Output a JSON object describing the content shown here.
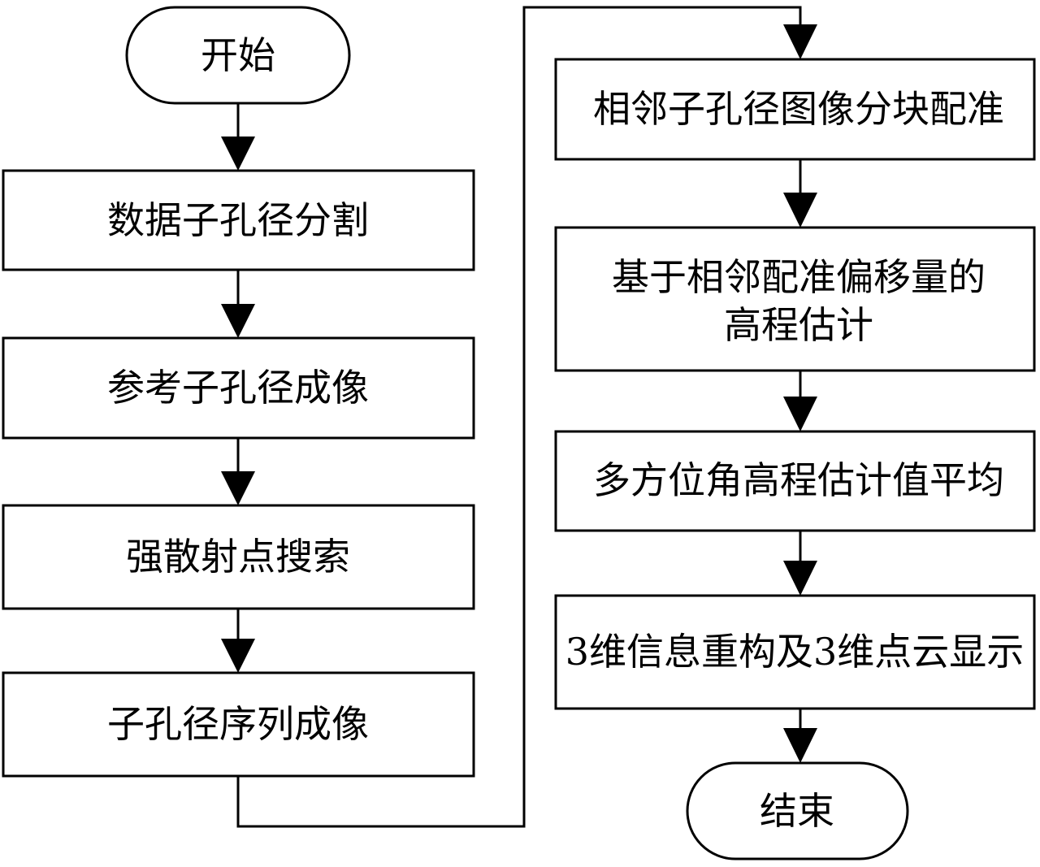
{
  "flowchart": {
    "start": "开始",
    "steps": [
      "数据子孔径分割",
      "参考子孔径成像",
      "强散射点搜索",
      "子孔径序列成像",
      "相邻子孔径图像分块配准",
      "基于相邻配准偏移量的",
      "高程估计",
      "多方位角高程估计值平均",
      "3维信息重构及3维点云显示"
    ],
    "end": "结束"
  }
}
